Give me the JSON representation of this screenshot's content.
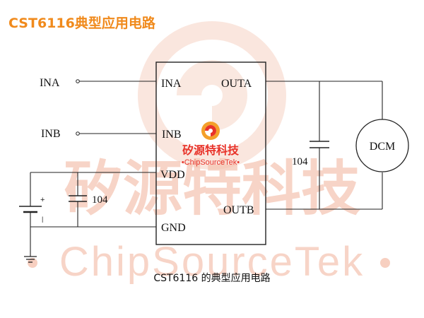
{
  "title": "CST6116典型应用电路",
  "caption": "CST6116 的典型应用电路",
  "chip": {
    "left_pins": [
      "INA",
      "INB",
      "VDD",
      "GND"
    ],
    "right_pins": [
      "OUTA",
      "OUTB"
    ]
  },
  "inputs": [
    "INA",
    "INB"
  ],
  "capacitor_output": "104",
  "capacitor_supply": "104",
  "motor": "DCM",
  "battery": {
    "plus": "+",
    "minus": "|"
  },
  "logo": {
    "cn": "矽源特科技",
    "en": "•ChipSourceTek•"
  },
  "watermark": {
    "cn": "矽源特科技",
    "en": "ChipSourceTek"
  },
  "colors": {
    "title": "#f08a1c",
    "logo_cn": "#e8332a",
    "logo_en": "#e8332a",
    "watermark": "#f5c3b0",
    "wire": "#222222"
  }
}
